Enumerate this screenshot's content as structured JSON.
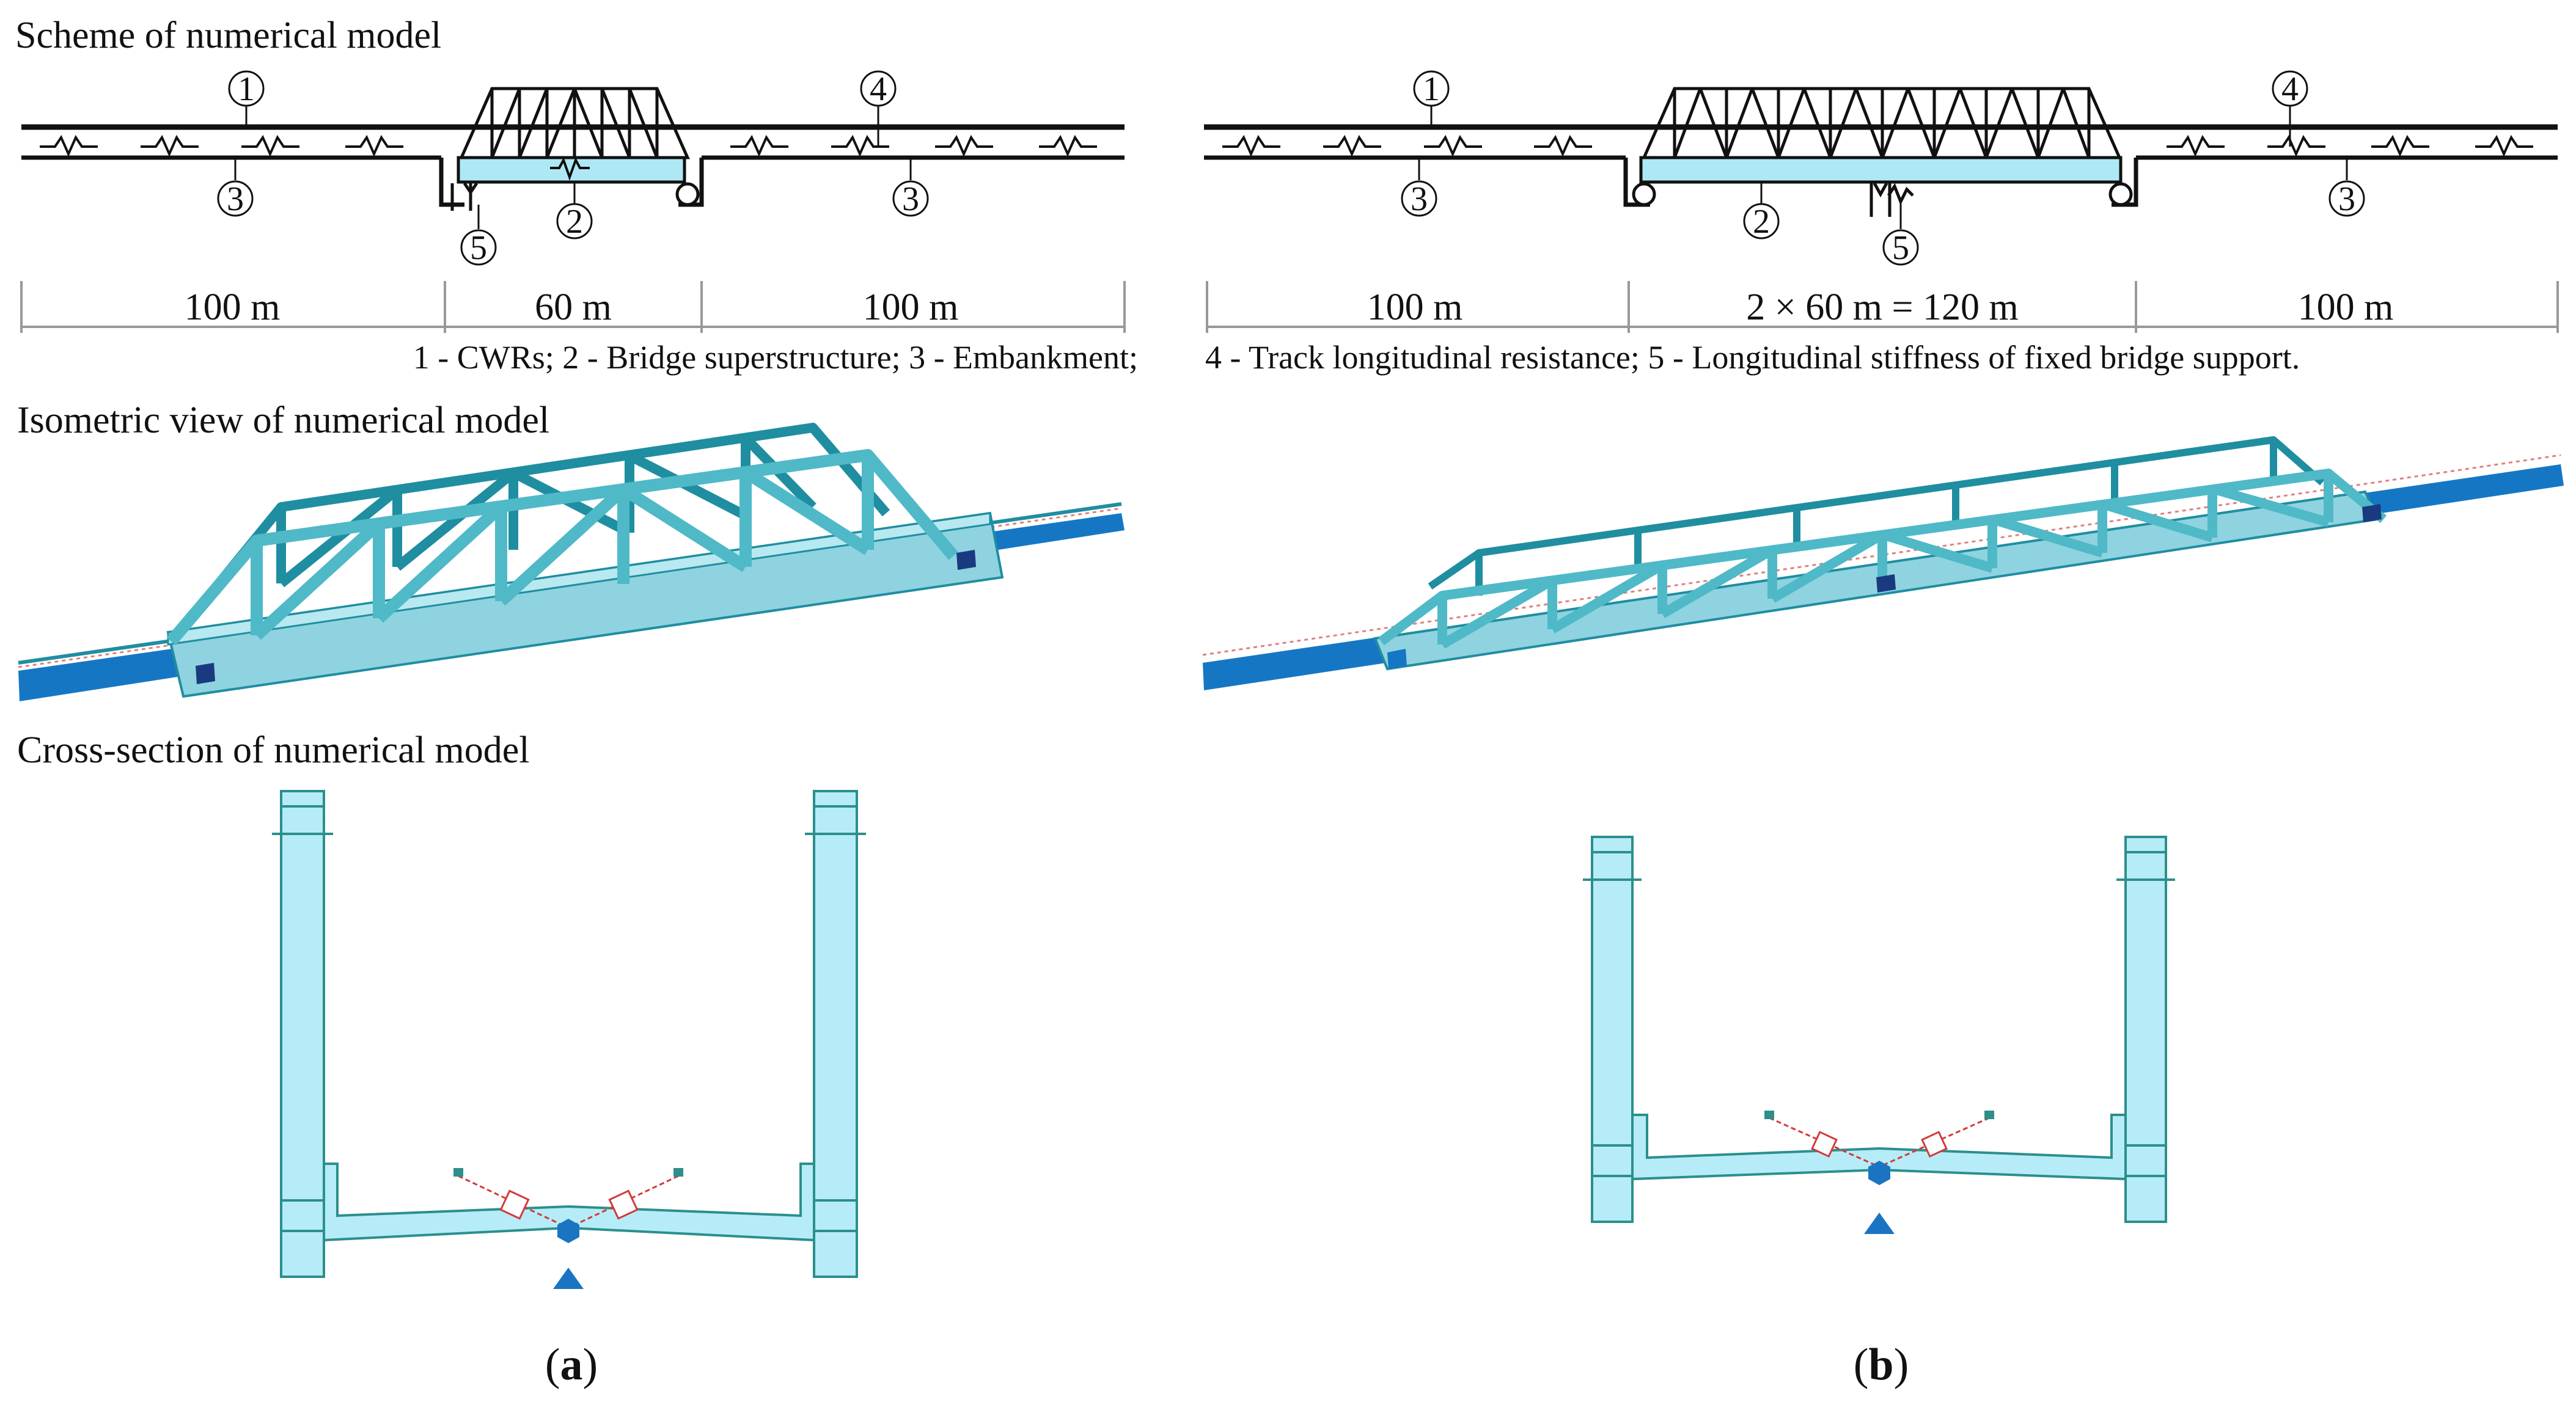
{
  "headings": {
    "scheme": "Scheme of numerical model",
    "isometric": "Isometric view of numerical model",
    "cross_section": "Cross-section of numerical model"
  },
  "scheme_a": {
    "dims": [
      "100 m",
      "60 m",
      "100 m"
    ],
    "markers": [
      "1",
      "3",
      "2",
      "5",
      "4",
      "3"
    ]
  },
  "scheme_b": {
    "dims": [
      "100 m",
      "2 × 60 m = 120 m",
      "100 m"
    ],
    "markers": [
      "1",
      "3",
      "2",
      "5",
      "4",
      "3"
    ]
  },
  "legend": {
    "left": "1 - CWRs; 2 - Bridge superstructure; 3 - Embankment;",
    "right": "4 - Track longitudinal resistance; 5 - Longitudinal stiffness of fixed bridge support."
  },
  "panels": {
    "a_open": "(",
    "a_letter": "a",
    "a_close": ")",
    "b_open": "(",
    "b_letter": "b",
    "b_close": ")"
  },
  "colors": {
    "line": "#111111",
    "deck_fill": "#aee8f5",
    "teal": "#1f8ea0",
    "teal_light": "#4fb9c8",
    "embankment_blue": "#1577c4",
    "section_fill": "#b6ecf7",
    "section_line": "#2c8f8c",
    "support_blue": "#1a74c2",
    "spring_red": "#d23a3a",
    "dim_grey": "#999999"
  }
}
